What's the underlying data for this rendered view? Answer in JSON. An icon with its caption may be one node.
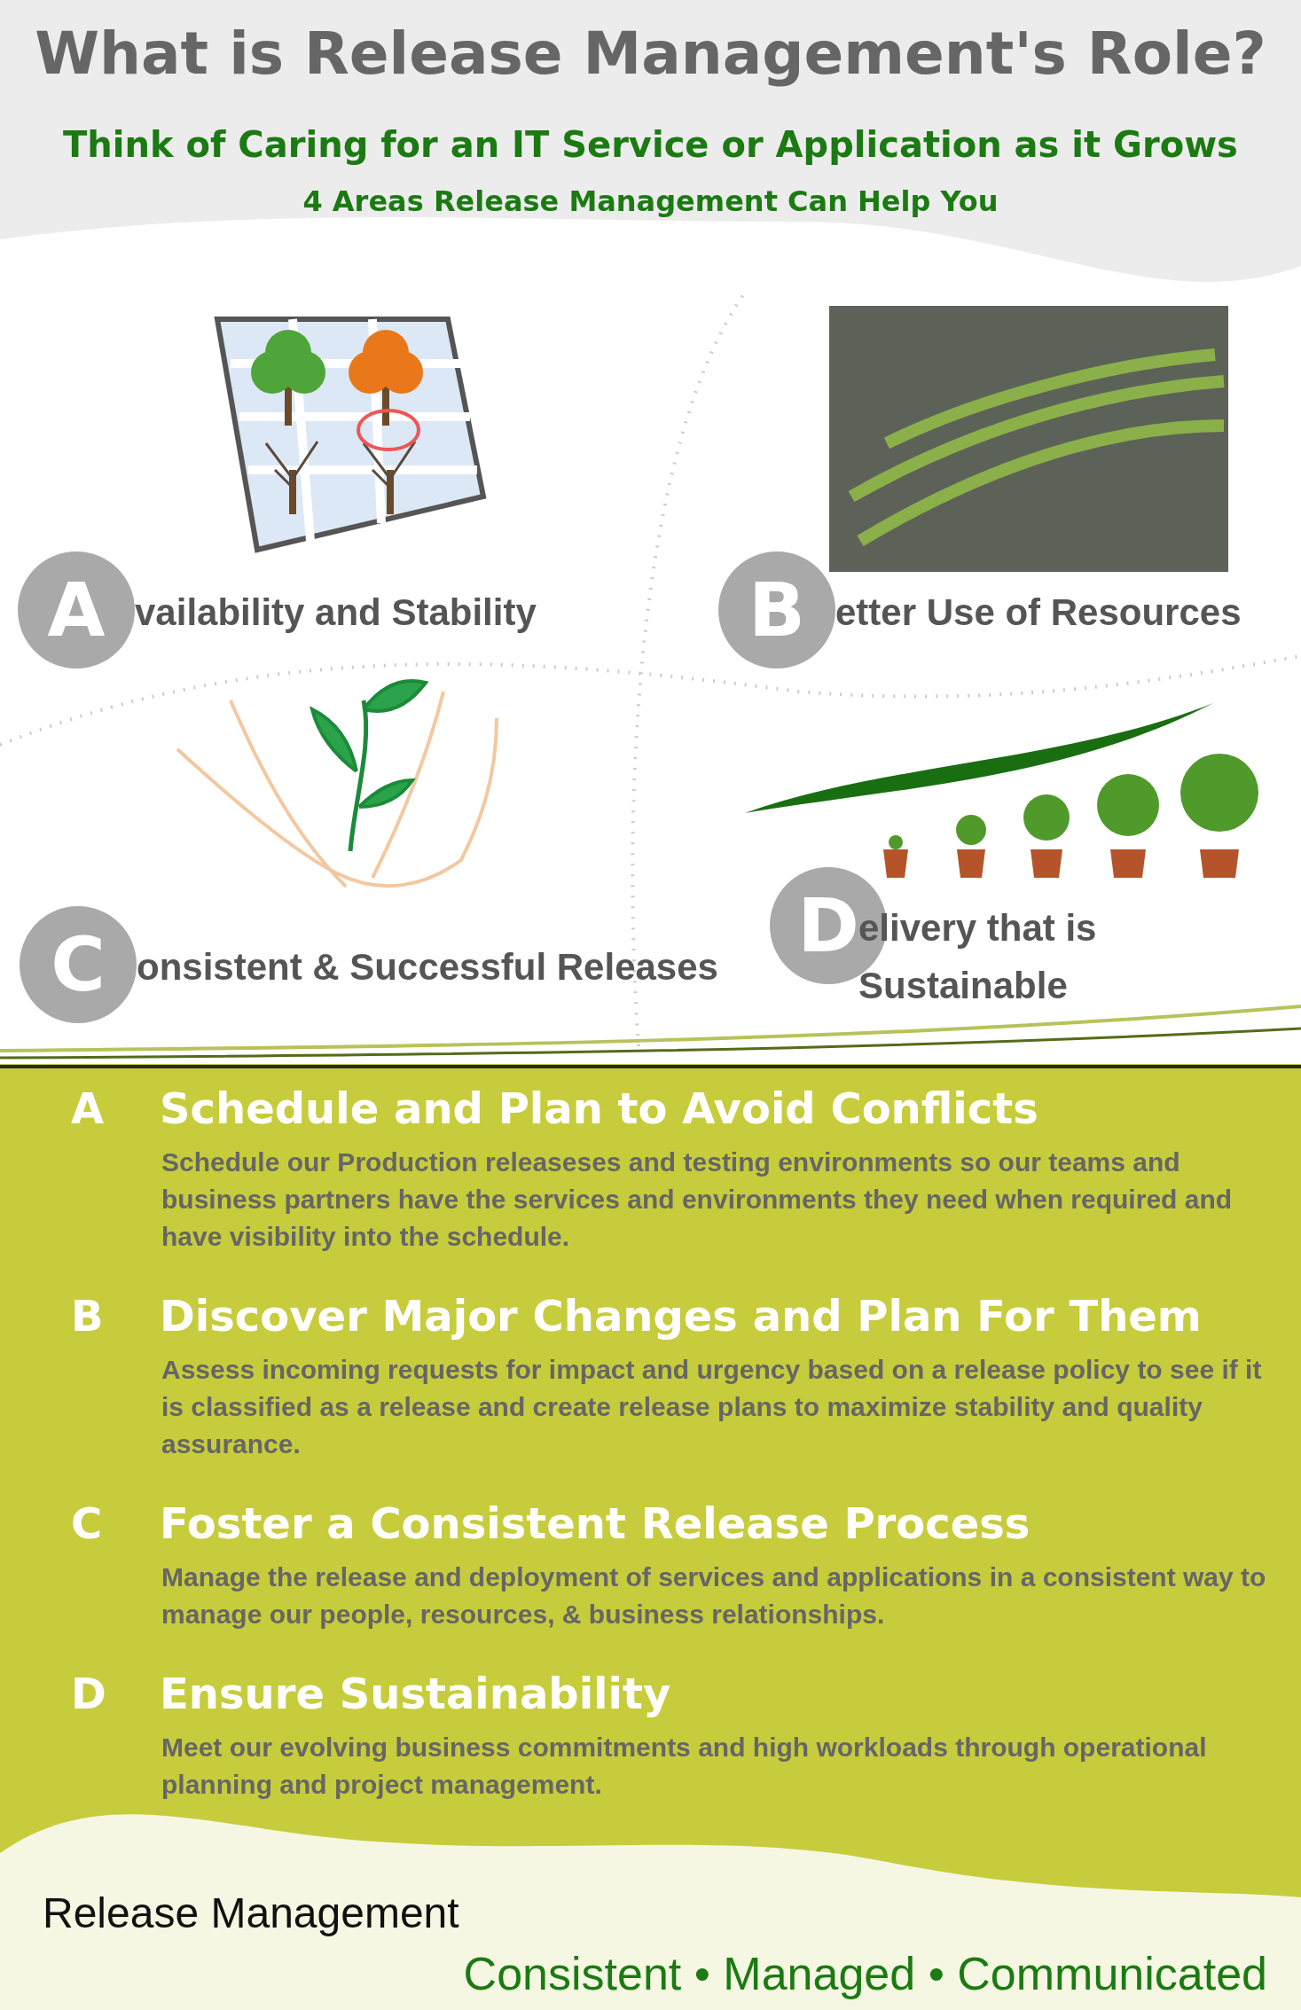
{
  "diagram": {
    "title": "What is Release Management's Role?",
    "nodes": [
      {
        "text": [
          "A"
        ],
        "beside": [
          "vailability and Stability"
        ]
      },
      {
        "text": [
          "B"
        ],
        "beside": [
          "etter Use of Resources"
        ]
      },
      {
        "text": [
          "C"
        ],
        "beside": [
          "onsistent & Successful Releases"
        ]
      },
      {
        "text": [
          "D"
        ],
        "beside": [
          "elivery that is Sustainable"
        ]
      }
    ],
    "labels": [
      "Think of Caring for an IT Service or Application as it Grows",
      "4 Areas Release Management Can Help You",
      "A",
      "Schedule and Plan to Avoid Conflicts",
      "Schedule our Production releaseses and testing environments so our teams and business partners have the services and environments they need when required and have visibility into the schedule.",
      "B",
      "Discover Major Changes and Plan For Them",
      "Assess incoming requests for impact and urgency based on a release policy to see if it is classified as a release and create release plans to maximize stability and quality assurance.",
      "C",
      "Foster a Consistent Release Process",
      "Manage the release and deployment of services and applications in a consistent way to manage our people, resources, & business relationships.",
      "D",
      "Ensure Sustainability",
      "Meet our evolving business commitments and high workloads through operational planning and project management.",
      "Release Management",
      "Consistent • Managed • Communicated"
    ]
  }
}
